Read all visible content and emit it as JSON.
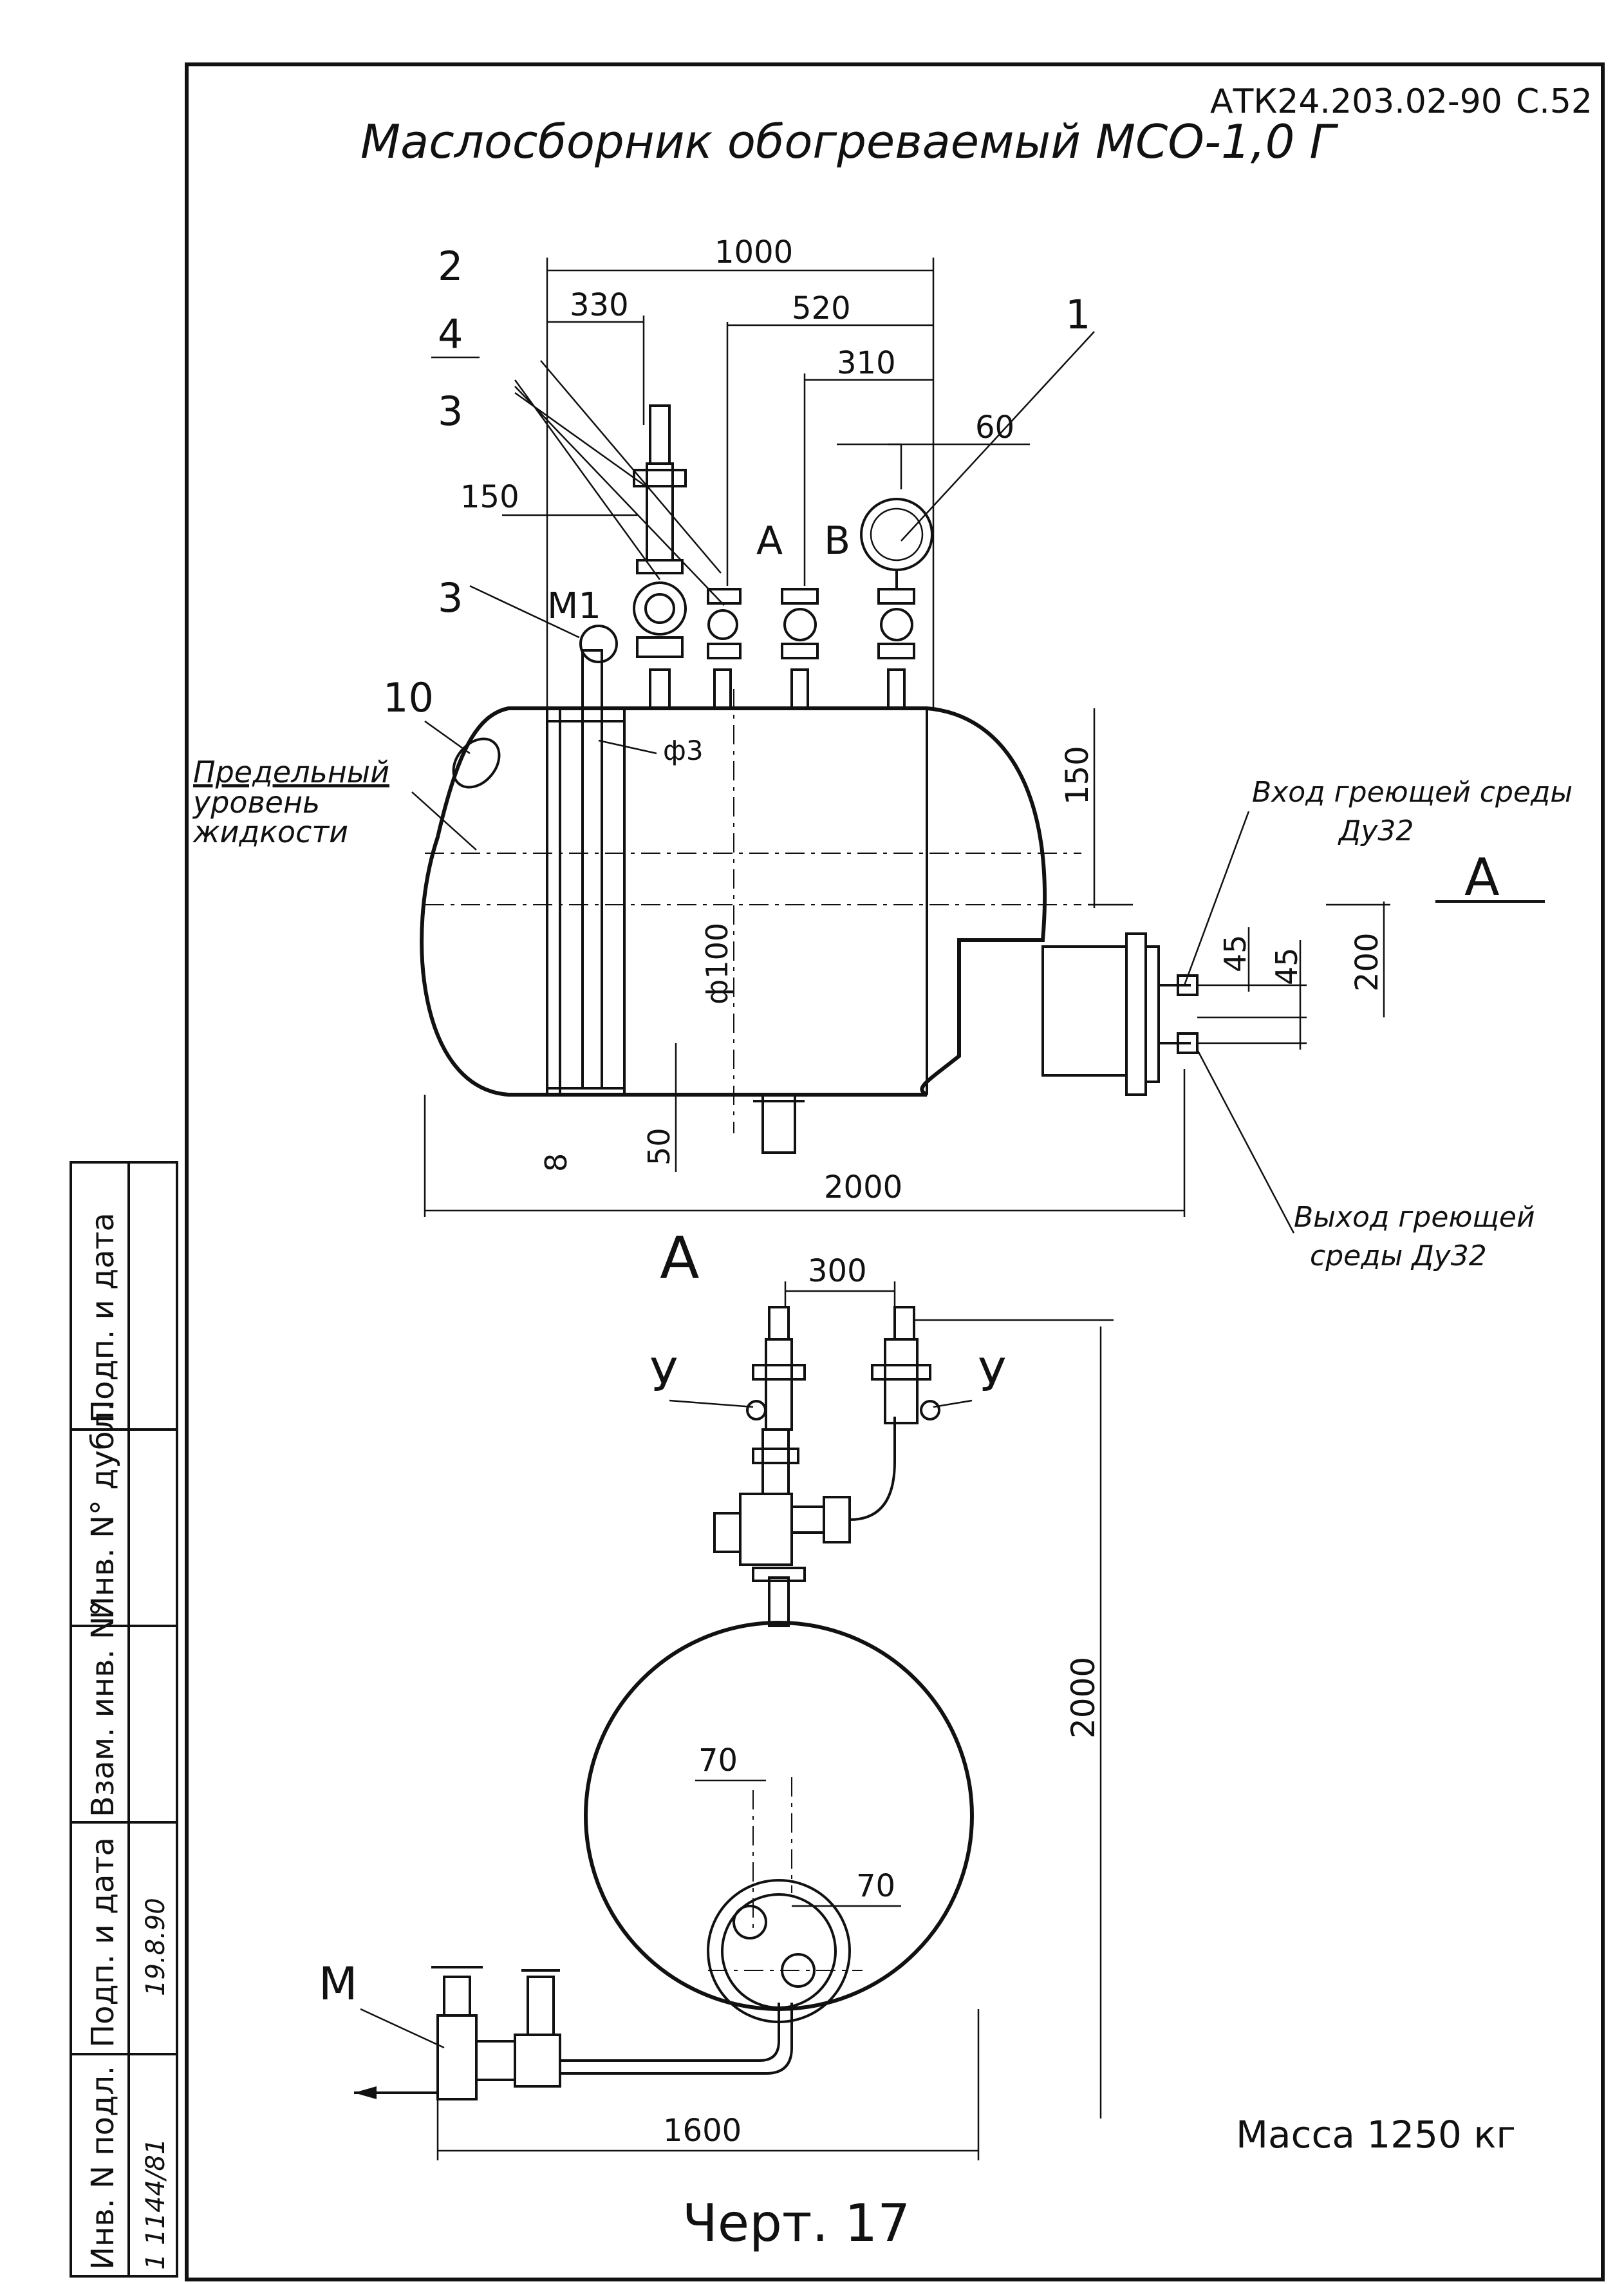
{
  "header": {
    "title": "Маслосборник обогреваемый МСО-1,0 Г",
    "code": "АТК24.203.02-90",
    "page": "С.52"
  },
  "side_stamp": {
    "cells": [
      "Инв. N подл.",
      "Подп. и дата",
      "Взам. инв. N°",
      "Инв. N° дубл.",
      "Подп. и дата"
    ],
    "handwritten": [
      "1 1144/81",
      "19.8.90"
    ]
  },
  "front_view": {
    "dimensions": {
      "overall_top": "1000",
      "d330": "330",
      "d520": "520",
      "d310": "310",
      "d150_top": "150",
      "d60": "60",
      "d150_right": "150",
      "d200": "200",
      "d45a": "45",
      "d45b": "45",
      "phi3": "ф3",
      "phi100": "ф100",
      "d8": "8",
      "d50": "50",
      "d2000": "2000"
    },
    "callouts": {
      "item2": "2",
      "item4": "4",
      "item3a": "3",
      "item3b": "3",
      "item1": "1",
      "item10": "10",
      "m1": "М1",
      "a": "А",
      "b": "В"
    },
    "notes": {
      "limit_line1": "Предельный",
      "limit_line2": "уровень",
      "limit_line3": "жидкости",
      "inlet_line1": "Вход греющей среды",
      "inlet_line2": "Ду32",
      "outlet_line1": "Выход греющей",
      "outlet_line2": "среды Ду32",
      "section_mark": "А"
    }
  },
  "side_view": {
    "label": "А",
    "dimensions": {
      "d300": "300",
      "d2000_vertical": "2000",
      "d70a": "70",
      "d70b": "70",
      "d1600": "1600"
    },
    "callouts": {
      "u_left": "У",
      "u_right": "У",
      "m": "М"
    }
  },
  "footer": {
    "mass": "Масса 1250 кг",
    "drawing": "Черт. 17"
  }
}
